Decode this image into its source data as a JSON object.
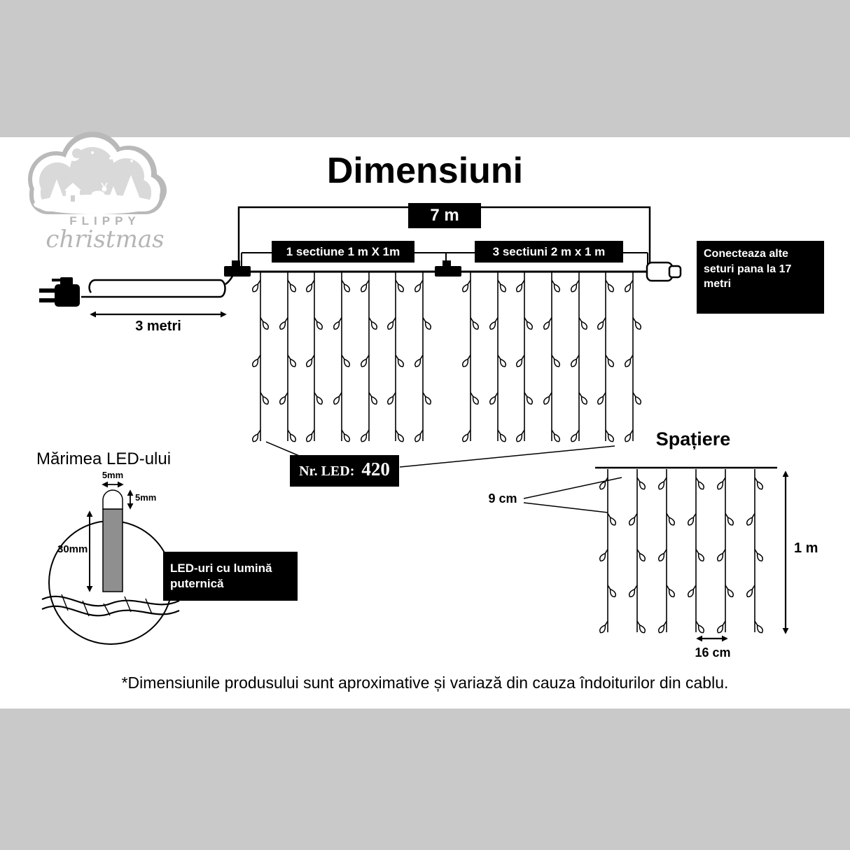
{
  "colors": {
    "band": "#c9c9c9",
    "box_bg": "#000000",
    "box_text": "#ffffff"
  },
  "logo": {
    "line1": "FLIPPY",
    "line2": "christmas"
  },
  "title": "Dimensiuni",
  "top_diagram": {
    "total_length": "7 m",
    "section_left": "1 sectiune 1 m X 1m",
    "section_right": "3 sectiuni 2 m x 1 m",
    "lead_length": "3 metri",
    "extension_note": "Conecteaza alte seturi pana la 17 metri",
    "led_count_label": "Nr. LED:",
    "led_count_value": "420"
  },
  "spacing_diagram": {
    "title": "Spațiere",
    "string_gap": "9 cm",
    "drop_height": "1 m",
    "led_gap": "16 cm"
  },
  "led_diagram": {
    "title": "Mărimea LED-ului",
    "bulb_width": "5mm",
    "bulb_tip_height": "5mm",
    "body_height": "30mm",
    "note": "LED-uri cu lumină puternică"
  },
  "footer_note": "*Dimensiunile produsului sunt aproximative și variază din cauza îndoiturilor din cablu."
}
